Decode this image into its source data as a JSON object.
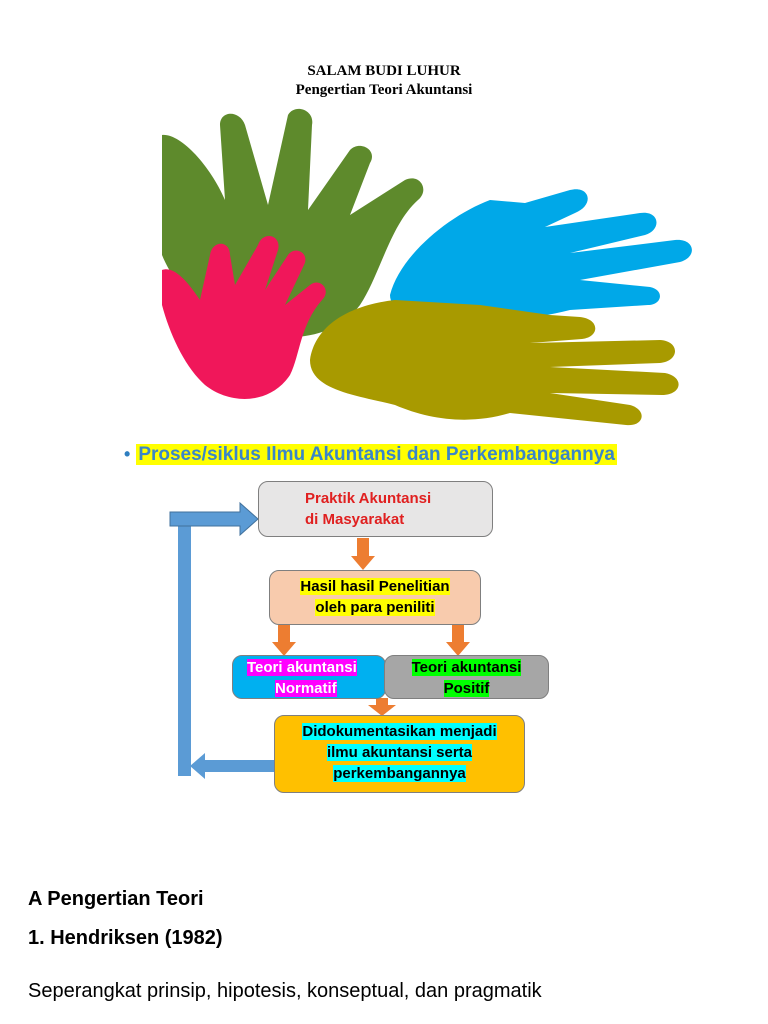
{
  "header": {
    "line1": "SALAM BUDI LUHUR",
    "line2": "Pengertian Teori Akuntansi"
  },
  "illustration": {
    "name": "colorful-hands-illustration",
    "colors": [
      "#5e8a2c",
      "#00a8e8",
      "#f0175a",
      "#a89a00"
    ]
  },
  "bullet": {
    "text": "Proses/siklus Ilmu Akuntansi dan Perkembangannya"
  },
  "flow": {
    "praktik": [
      "Praktik Akuntansi",
      "di Masyarakat"
    ],
    "hasil": [
      "Hasil hasil Penelitian",
      "oleh para peniliti"
    ],
    "normatif": [
      "Teori akuntansi",
      "Normatif"
    ],
    "positif": [
      "Teori akuntansi",
      "Positif"
    ],
    "dokumentasi": [
      "Didokumentasikan menjadi",
      "ilmu akuntansi serta",
      "perkembangannya"
    ]
  },
  "section": {
    "title": "A Pengertian Teori",
    "subtitle": "1. Hendriksen (1982)",
    "paragraph": "Seperangkat prinsip, hipotesis, konseptual, dan pragmatik"
  }
}
